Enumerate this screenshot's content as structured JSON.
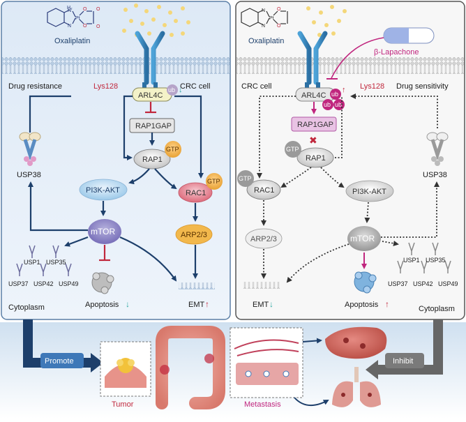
{
  "left": {
    "header_left": "Drug resistance",
    "header_right": "CRC cell",
    "drug": "Oxaliplatin",
    "lys": "Lys128",
    "nodes": {
      "arl4c": "ARL4C",
      "ub": "ub",
      "rap1gap": "RAP1GAP",
      "rap1": "RAP1",
      "gtp": "GTP",
      "pi3k": "PI3K-AKT",
      "rac1": "RAC1",
      "usp38": "USP38",
      "mtor": "mTOR",
      "arp": "ARP2/3",
      "usp1": "USP1",
      "usp35": "USP35",
      "usp37": "USP37",
      "usp42": "USP42",
      "usp49": "USP49",
      "apoptosis": "Apoptosis",
      "emt": "EMT",
      "cytoplasm": "Cytoplasm"
    },
    "apoptosis_arrow": "↓",
    "emt_arrow": "↑",
    "arl4c_arrow": "↓"
  },
  "right": {
    "header_left": "CRC cell",
    "header_right": "Drug sensitivity",
    "drug": "Oxaliplatin",
    "inhibitor": "β-Lapachone",
    "lys": "Lys128",
    "nodes": {
      "arl4c": "ARL4C",
      "ub": "ub",
      "rap1gap": "RAP1GAP",
      "rap1": "RAP1",
      "gtp": "GTP",
      "pi3k": "PI3K-AKT",
      "rac1": "RAC1",
      "usp38": "USP38",
      "mtor": "mTOR",
      "arp": "ARP2/3",
      "usp1": "USP1",
      "usp35": "USP35",
      "usp37": "USP37",
      "usp42": "USP42",
      "usp49": "USP49",
      "apoptosis": "Apoptosis",
      "emt": "EMT",
      "cytoplasm": "Cytoplasm"
    },
    "apoptosis_arrow": "↑",
    "emt_arrow": "↓",
    "arl4c_arrow": "↑"
  },
  "bottom": {
    "promote": "Promote",
    "inhibit": "Inhibit",
    "tumor": "Tumor",
    "metastasis": "Metastasis"
  },
  "colors": {
    "red": "#c0273c",
    "magenta": "#c0267e",
    "blue_arrow": "#1d3f6b",
    "teal": "#2aa6a1",
    "green_box": "#2e7d32",
    "gray_box": "#555555"
  }
}
